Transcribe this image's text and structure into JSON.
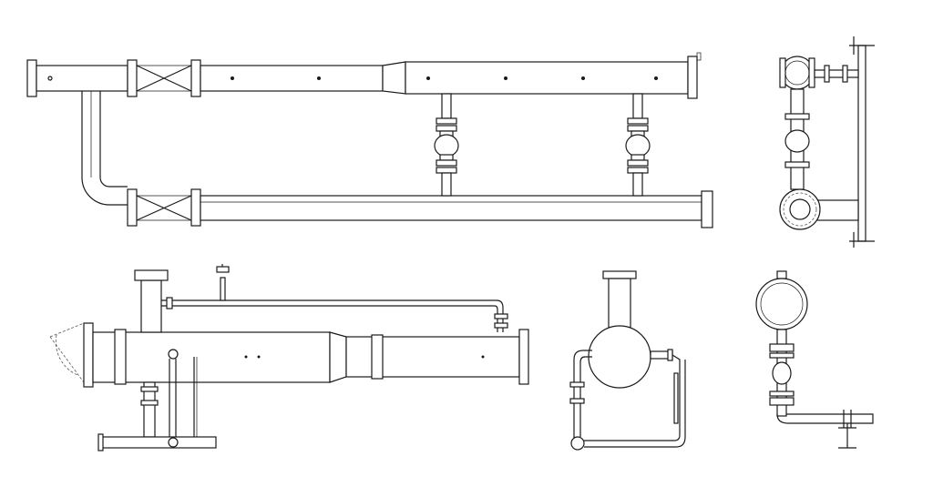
{
  "drawing": {
    "line_color": "#1a1a1a",
    "background": "#ffffff",
    "views": [
      "plan-view",
      "side-view-right",
      "elevation-view",
      "end-view",
      "section-view"
    ]
  }
}
